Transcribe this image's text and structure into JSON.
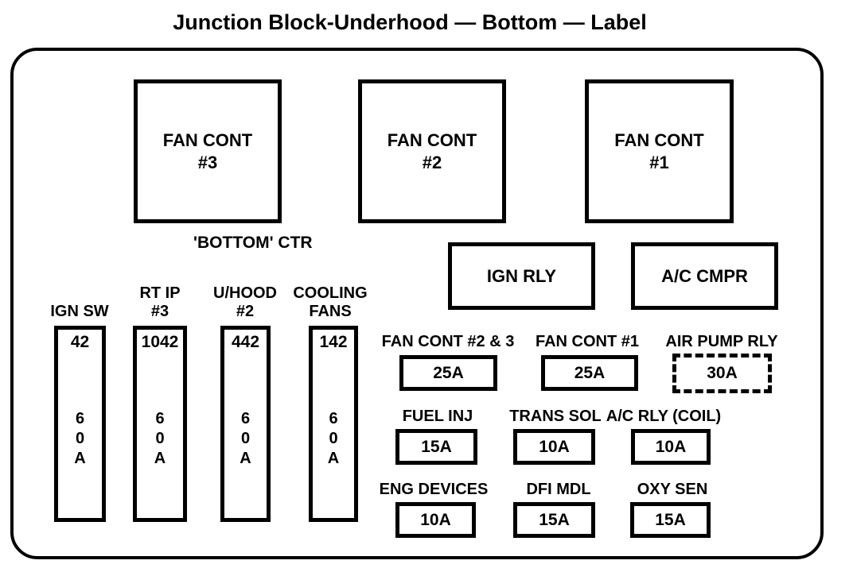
{
  "title": "Junction Block-Underhood — Bottom — Label",
  "colors": {
    "ink": "#000000",
    "background": "#ffffff"
  },
  "relay_blocks": [
    {
      "label": "FAN CONT\n#3"
    },
    {
      "label": "FAN CONT\n#2"
    },
    {
      "label": "FAN CONT\n#1"
    }
  ],
  "bottom_ctr_label": "'BOTTOM' CTR",
  "relays": [
    {
      "label": "IGN RLY"
    },
    {
      "label": "A/C CMPR"
    }
  ],
  "maxi_fuses": [
    {
      "name": "IGN SW",
      "cavity": "42",
      "amps": "60A",
      "amps_stacked": "6\n0\nA"
    },
    {
      "name": "RT IP\n#3",
      "cavity": "1042",
      "amps": "60A",
      "amps_stacked": "6\n0\nA"
    },
    {
      "name": "U/HOOD\n#2",
      "cavity": "442",
      "amps": "60A",
      "amps_stacked": "6\n0\nA"
    },
    {
      "name": "COOLING\nFANS",
      "cavity": "142",
      "amps": "60A",
      "amps_stacked": "6\n0\nA"
    }
  ],
  "fuses": [
    {
      "name": "FAN CONT #2 & 3",
      "amps": "25A",
      "style": "solid"
    },
    {
      "name": "FAN CONT #1",
      "amps": "25A",
      "style": "solid"
    },
    {
      "name": "AIR PUMP RLY",
      "amps": "30A",
      "style": "dashed"
    },
    {
      "name": "FUEL INJ",
      "amps": "15A",
      "style": "solid"
    },
    {
      "name": "TRANS SOL",
      "amps": "10A",
      "style": "solid"
    },
    {
      "name": "A/C RLY (COIL)",
      "amps": "10A",
      "style": "solid"
    },
    {
      "name": "ENG DEVICES",
      "amps": "10A",
      "style": "solid"
    },
    {
      "name": "DFI MDL",
      "amps": "15A",
      "style": "solid"
    },
    {
      "name": "OXY SEN",
      "amps": "15A",
      "style": "solid"
    }
  ]
}
